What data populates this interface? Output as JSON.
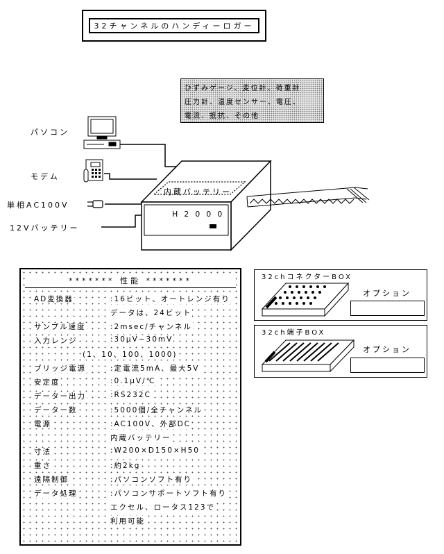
{
  "title": "32チャンネルのハンディーロガー",
  "sensors": {
    "line1": "ひずみゲージ、変位計、荷重計",
    "line2": "圧力計、温度センサー、電圧、",
    "line3": "電流、抵抗、その他"
  },
  "labels": {
    "pc": "パソコン",
    "modem": "モデム",
    "ac": "単相AC100V",
    "battery": "12Vバッテリー",
    "internal_battery": "内蔵バッテリー",
    "model": "H2000"
  },
  "specs": {
    "header": "******* 性能 *******",
    "rows": [
      {
        "key": "AD変換器",
        "value": ":16ビット、オートレンジ有り"
      },
      {
        "key": "",
        "value": "データは、24ビット"
      },
      {
        "key": "サンプル速度",
        "value": ":2msec/チャンネル"
      },
      {
        "key": "入力レンジ",
        "value": ":30μV~30mV"
      },
      {
        "key": "",
        "value": "(1、10、100、1000)"
      },
      {
        "key": "ブリッジ電源",
        "value": ":定電流5mA、最大5V"
      },
      {
        "key": "安定度",
        "value": ":0.1μV/℃"
      },
      {
        "key": "データー出力",
        "value": ":RS232C"
      },
      {
        "key": "データー数",
        "value": ":5000個/全チャンネル"
      },
      {
        "key": "電源",
        "value": ":AC100V、外部DC"
      },
      {
        "key": "",
        "value": "内蔵バッテリー"
      },
      {
        "key": "寸法",
        "value": ":W200×D150×H50"
      },
      {
        "key": "重さ",
        "value": ":約2kg"
      },
      {
        "key": "遠隔制御",
        "value": ":パソコンソフト有り"
      },
      {
        "key": "データ処理",
        "value": ":パソコンサポートソフト有り"
      },
      {
        "key": "",
        "value": "エクセル、ロータス123で"
      },
      {
        "key": "",
        "value": "利用可能"
      }
    ]
  },
  "options": [
    {
      "title": "32chコネクターBOX",
      "label": "オプション"
    },
    {
      "title": "32ch端子BOX",
      "label": "オプション"
    }
  ]
}
